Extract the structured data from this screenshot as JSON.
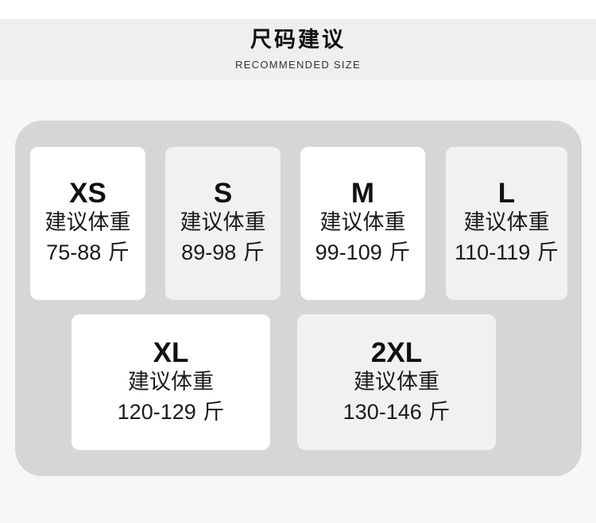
{
  "header": {
    "title": "尺码建议",
    "subtitle": "RECOMMENDED SIZE"
  },
  "cards": [
    {
      "size": "XS",
      "caption": "建议体重",
      "range": "75-88",
      "unit": "斤"
    },
    {
      "size": "S",
      "caption": "建议体重",
      "range": "89-98",
      "unit": "斤"
    },
    {
      "size": "M",
      "caption": "建议体重",
      "range": "99-109",
      "unit": "斤"
    },
    {
      "size": "L",
      "caption": "建议体重",
      "range": "110-119",
      "unit": "斤"
    },
    {
      "size": "XL",
      "caption": "建议体重",
      "range": "120-129",
      "unit": "斤"
    },
    {
      "size": "2XL",
      "caption": "建议体重",
      "range": "130-146",
      "unit": "斤"
    }
  ],
  "colors": {
    "header_band": "#efefef",
    "panel": "#d6d6d6",
    "card_white": "#ffffff",
    "card_gray": "#f1f1f1",
    "text": "#111111"
  }
}
